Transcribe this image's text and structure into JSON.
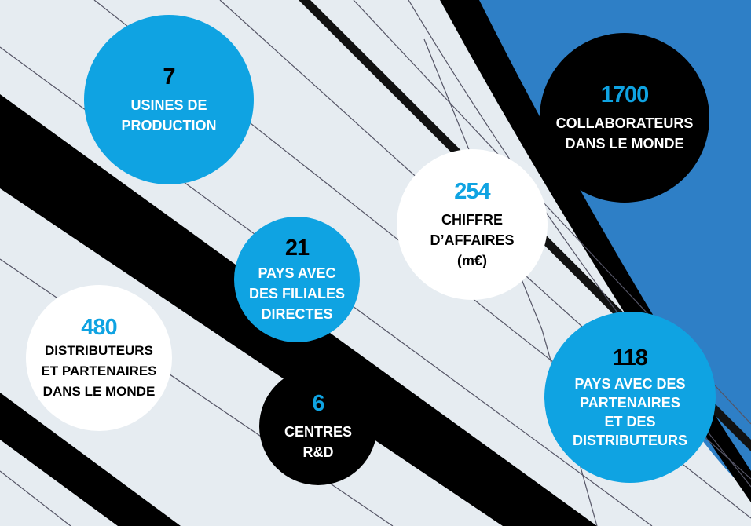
{
  "colors": {
    "accent_blue": "#0fa3e2",
    "sky": "#2e7fc6",
    "black": "#000000",
    "white": "#ffffff"
  },
  "stats": [
    {
      "value": "7",
      "label_lines": [
        "USINES DE",
        "PRODUCTION"
      ]
    },
    {
      "value": "1700",
      "label_lines": [
        "COLLABORATEURS",
        "DANS LE MONDE"
      ]
    },
    {
      "value": "254",
      "label_lines": [
        "CHIFFRE",
        "D’AFFAIRES",
        "(m€)"
      ]
    },
    {
      "value": "21",
      "label_lines": [
        "PAYS AVEC",
        "DES FILIALES",
        "DIRECTES"
      ]
    },
    {
      "value": "480",
      "label_lines": [
        "DISTRIBUTEURS",
        "ET PARTENAIRES",
        "DANS LE MONDE"
      ]
    },
    {
      "value": "6",
      "label_lines": [
        "CENTRES",
        "R&D"
      ]
    },
    {
      "value": "118",
      "label_lines": [
        "PAYS AVEC DES",
        "PARTENAIRES",
        "ET DES",
        "DISTRIBUTEURS"
      ]
    }
  ]
}
